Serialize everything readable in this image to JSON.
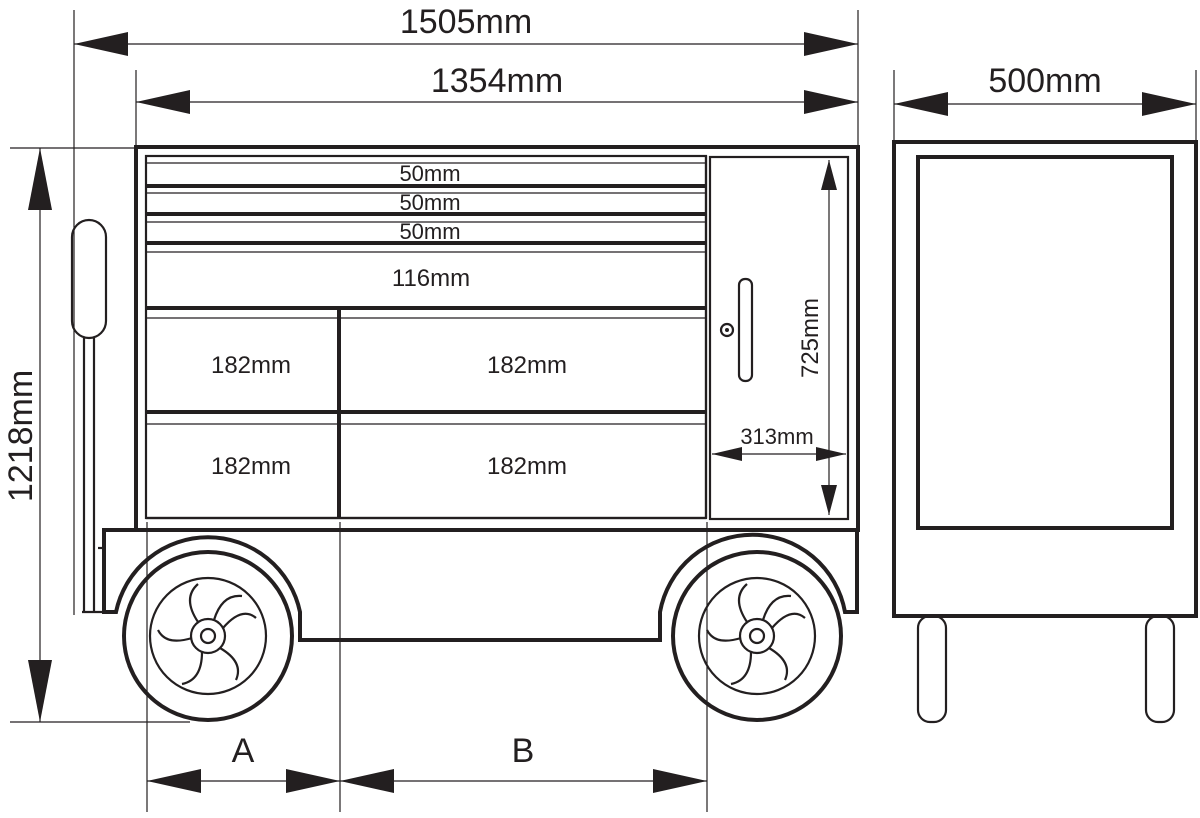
{
  "dimensions": {
    "overall_length": "1505mm",
    "body_length": "1354mm",
    "depth": "500mm",
    "height": "1218mm",
    "cabinet_height": "725mm",
    "cabinet_width": "313mm"
  },
  "drawers": {
    "d1": "50mm",
    "d2": "50mm",
    "d3": "50mm",
    "d4": "116mm",
    "d5_left": "182mm",
    "d5_right": "182mm",
    "d6_left": "182mm",
    "d6_right": "182mm"
  },
  "spans": {
    "a": "A",
    "b": "B"
  },
  "colors": {
    "line": "#231f20",
    "background": "#ffffff"
  }
}
